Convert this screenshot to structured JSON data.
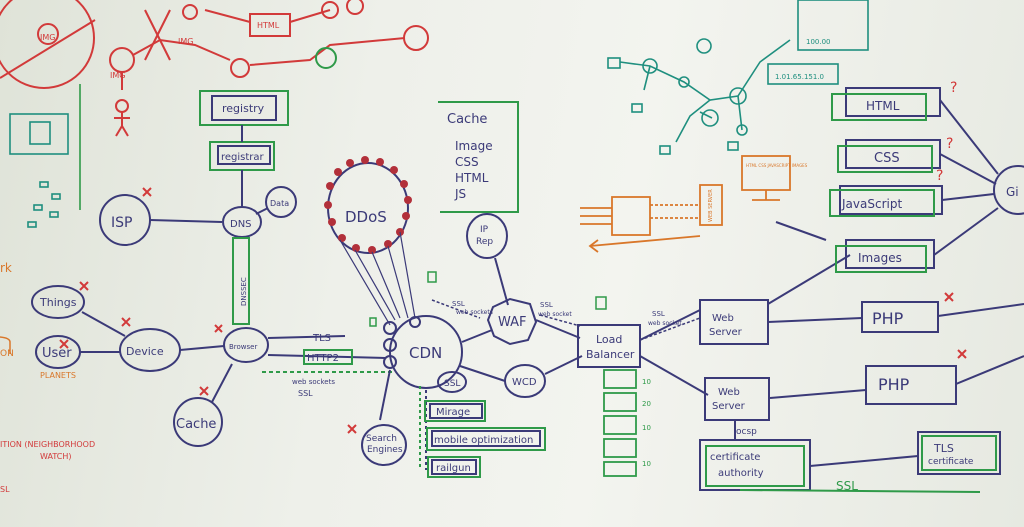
{
  "header_left": {
    "img1": "IMG",
    "img2": "IMG",
    "img3": "IMG",
    "html": "HTML"
  },
  "left": {
    "network": "rk",
    "isp": "ISP",
    "things": "Things",
    "user": "User",
    "device": "Device",
    "cache": "Cache",
    "planets": "PLANETS",
    "on": "ON",
    "watch": "ITION (NEIGHBORHOOD",
    "watch2": "WATCH)",
    "ssl": "SL"
  },
  "dns": {
    "registry": "registry",
    "registrar": "registrar",
    "dns": "DNS",
    "data": "Data",
    "dnssec": "DNSSEC",
    "browser": "Browser"
  },
  "links": {
    "tls": "TLS",
    "http2": "HTTP2",
    "websockets": "web sockets",
    "ssl": "SSL"
  },
  "cdn": {
    "ddos": "DDoS",
    "cdn": "CDN",
    "ssl": "SSL",
    "ip_rep1": "IP",
    "ip_rep2": "Rep",
    "waf": "WAF",
    "wcd": "WCD",
    "search1": "Search",
    "search2": "Engines",
    "mirage": "Mirage",
    "mobile": "mobile optimization",
    "railgun": "railgun"
  },
  "cache_box": {
    "title": "Cache",
    "items": [
      "Image",
      "CSS",
      "HTML",
      "JS"
    ]
  },
  "ssl_tags": {
    "a": "SSL",
    "b": "web sockets",
    "c": "SSL",
    "d": "web socket",
    "e": "SSL",
    "f": "web socket"
  },
  "right": {
    "lb1": "Load",
    "lb2": "Balancer",
    "ws1a": "Web",
    "ws1b": "Server",
    "ws2a": "Web",
    "ws2b": "Server",
    "ocsp": "ocsp",
    "ca1": "certificate",
    "ca2": "authority",
    "tls1": "TLS",
    "tls2": "certificate",
    "ssl": "SSL",
    "php1": "PHP",
    "php2": "PHP",
    "html": "HTML",
    "css": "CSS",
    "js": "JavaScript",
    "images": "Images",
    "git": "Gi",
    "monitor": "HTML CSS JAVASCRIPT IMAGES",
    "webserver_orange": "WEB SERVER",
    "ip_label": "1.01.65.151.0",
    "ip2": "100.00"
  },
  "meters": [
    "10",
    "20",
    "10",
    "10"
  ],
  "colors": {
    "purple": "#3b3a78",
    "red": "#d23a3a",
    "green": "#2f9a49",
    "orange": "#d9772a",
    "teal": "#1f8f7f",
    "board": "#eef0ea"
  }
}
